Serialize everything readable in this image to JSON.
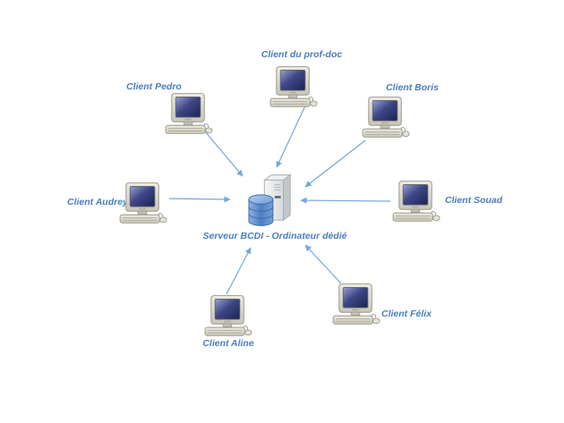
{
  "diagram": {
    "server": {
      "label": "Serveur BCDI - Ordinateur dédié",
      "icon": "server-database-icon"
    },
    "clients": [
      {
        "id": "pedro",
        "label": "Client Pedro",
        "icon": "desktop-computer-icon"
      },
      {
        "id": "prof-doc",
        "label": "Client du prof-doc",
        "icon": "desktop-computer-icon"
      },
      {
        "id": "boris",
        "label": "Client Boris",
        "icon": "desktop-computer-icon"
      },
      {
        "id": "audrey",
        "label": "Client Audrey",
        "icon": "desktop-computer-icon"
      },
      {
        "id": "souad",
        "label": "Client Souad",
        "icon": "desktop-computer-icon"
      },
      {
        "id": "aline",
        "label": "Client Aline",
        "icon": "desktop-computer-icon"
      },
      {
        "id": "felix",
        "label": "Client Félix",
        "icon": "desktop-computer-icon"
      }
    ],
    "connections": [
      {
        "from": "Client Pedro",
        "to": "Serveur BCDI - Ordinateur dédié",
        "style": "arrow"
      },
      {
        "from": "Client du prof-doc",
        "to": "Serveur BCDI - Ordinateur dédié",
        "style": "arrow"
      },
      {
        "from": "Client Boris",
        "to": "Serveur BCDI - Ordinateur dédié",
        "style": "arrow"
      },
      {
        "from": "Client Audrey",
        "to": "Serveur BCDI - Ordinateur dédié",
        "style": "arrow"
      },
      {
        "from": "Client Souad",
        "to": "Serveur BCDI - Ordinateur dédié",
        "style": "arrow"
      },
      {
        "from": "Client Aline",
        "to": "Serveur BCDI - Ordinateur dédié",
        "style": "arrow"
      },
      {
        "from": "Client Félix",
        "to": "Serveur BCDI - Ordinateur dédié",
        "style": "arrow"
      }
    ],
    "colors": {
      "label_text": "#4a7ebb",
      "arrow": "#74a7d8",
      "background": "#ffffff"
    }
  }
}
